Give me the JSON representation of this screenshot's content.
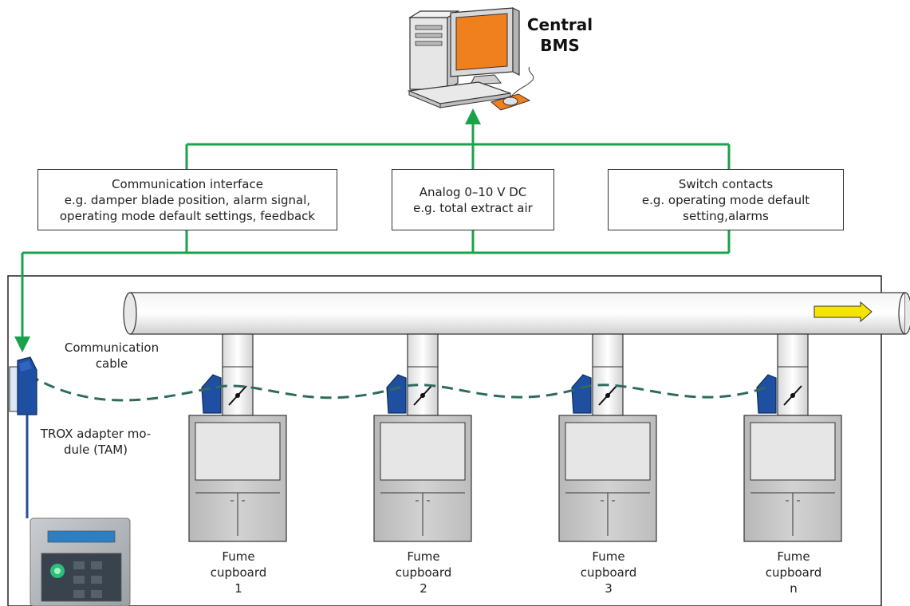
{
  "header": {
    "title_line1": "Central",
    "title_line2": "BMS"
  },
  "boxes": {
    "communication": {
      "line1": "Communication interface",
      "line2": "e.g. damper blade position, alarm signal,",
      "line3": "operating mode default settings, feedback"
    },
    "analog": {
      "line1": "Analog 0–10 V DC",
      "line2": "e.g. total extract air"
    },
    "switch": {
      "line1": "Switch contacts",
      "line2": "e.g. operating mode default",
      "line3": "setting,alarms"
    }
  },
  "labels": {
    "cable_line1": "Communication",
    "cable_line2": "cable",
    "tam_line1": "TROX adapter mo-",
    "tam_line2": "dule (TAM)"
  },
  "fume_cupboards": [
    {
      "line1": "Fume",
      "line2": "cupboard",
      "line3": "1"
    },
    {
      "line1": "Fume",
      "line2": "cupboard",
      "line3": "2"
    },
    {
      "line1": "Fume",
      "line2": "cupboard",
      "line3": "3"
    },
    {
      "line1": "Fume",
      "line2": "cupboard",
      "line3": "n"
    }
  ],
  "colors": {
    "signal_line": "#1aa24a",
    "cable": "#2e6b5e",
    "controller_blue": "#1f4fa0",
    "monitor_orange": "#f07f1e",
    "flow_arrow": "#f5e400"
  }
}
